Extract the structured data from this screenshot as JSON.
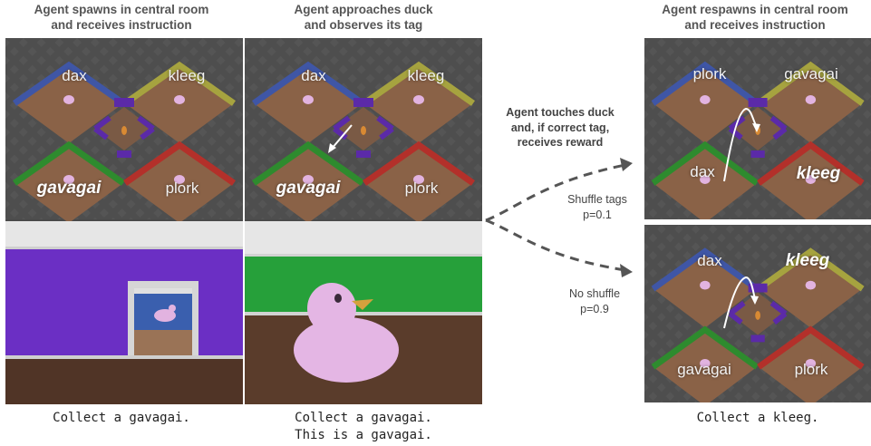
{
  "headers": {
    "col1": [
      "Agent spawns in central room",
      "and receives instruction"
    ],
    "col2": [
      "Agent approaches duck",
      "and observes its tag"
    ],
    "col3": [
      "Agent respawns in central room",
      "and receives instruction"
    ]
  },
  "middle": {
    "touch_text": [
      "Agent touches duck",
      "and, if correct tag,",
      "receives reward"
    ],
    "shuffle_text": [
      "Shuffle tags",
      "p=0.1"
    ],
    "noshuffle_text": [
      "No shuffle",
      "p=0.9"
    ]
  },
  "panels": {
    "p1": {
      "top_left": "dax",
      "top_right": "kleeg",
      "bottom_left": "gavagai",
      "bottom_right": "plork"
    },
    "p2": {
      "top_left": "dax",
      "top_right": "kleeg",
      "bottom_left": "gavagai",
      "bottom_right": "plork"
    },
    "p3": {
      "top_left": "plork",
      "top_right": "gavagai",
      "bottom_left": "dax",
      "bottom_right": "kleeg"
    },
    "p4": {
      "top_left": "dax",
      "top_right": "kleeg",
      "bottom_left": "gavagai",
      "bottom_right": "plork"
    }
  },
  "captions": {
    "col1": [
      "Collect a gavagai."
    ],
    "col2": [
      "Collect a gavagai.",
      "This is a gavagai."
    ],
    "col3": [
      "Collect a kleeg."
    ]
  },
  "colors": {
    "blue": "#3f56a6",
    "yellow": "#a6a33f",
    "green": "#2e8b2e",
    "red": "#b3302a",
    "purple": "#5b2aa8",
    "floor": "#8a6247",
    "arrow": "#555555"
  }
}
